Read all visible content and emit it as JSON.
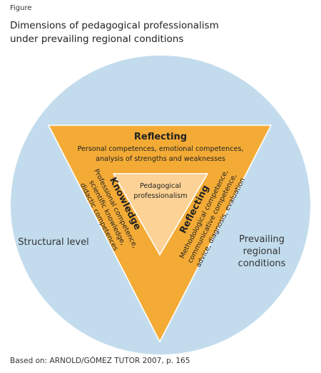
{
  "figure_label": "Figure",
  "title": "Dimensions of pedagogical professionalism under prevailing regional conditions",
  "source": "Based on: ARNOLD/GÓMEZ TUTOR 2007, p. 165",
  "colors": {
    "circle": "#c2dced",
    "triangle": "#f3ab36",
    "inner_triangle": "#fcd296",
    "outline": "#ffffff",
    "text": "#222222",
    "side_text": "#333333"
  },
  "diagram": {
    "center": "Pedagogical professionalism",
    "top": {
      "heading": "Reflecting",
      "lines": [
        "Personal competences, emotional competences,",
        "analysis of strengths and weaknesses"
      ]
    },
    "left": {
      "heading": "Knowledge",
      "lines": [
        "Professional competence,",
        "scientific knowledge,",
        "didactic competences"
      ]
    },
    "right": {
      "heading": "Reflecting",
      "lines": [
        "Methodological competence,",
        "communicative competence,",
        "advice, diagnosis, evaluation"
      ]
    },
    "structural_label": "Structural level",
    "regional_label": [
      "Prevailing",
      "regional",
      "conditions"
    ]
  }
}
